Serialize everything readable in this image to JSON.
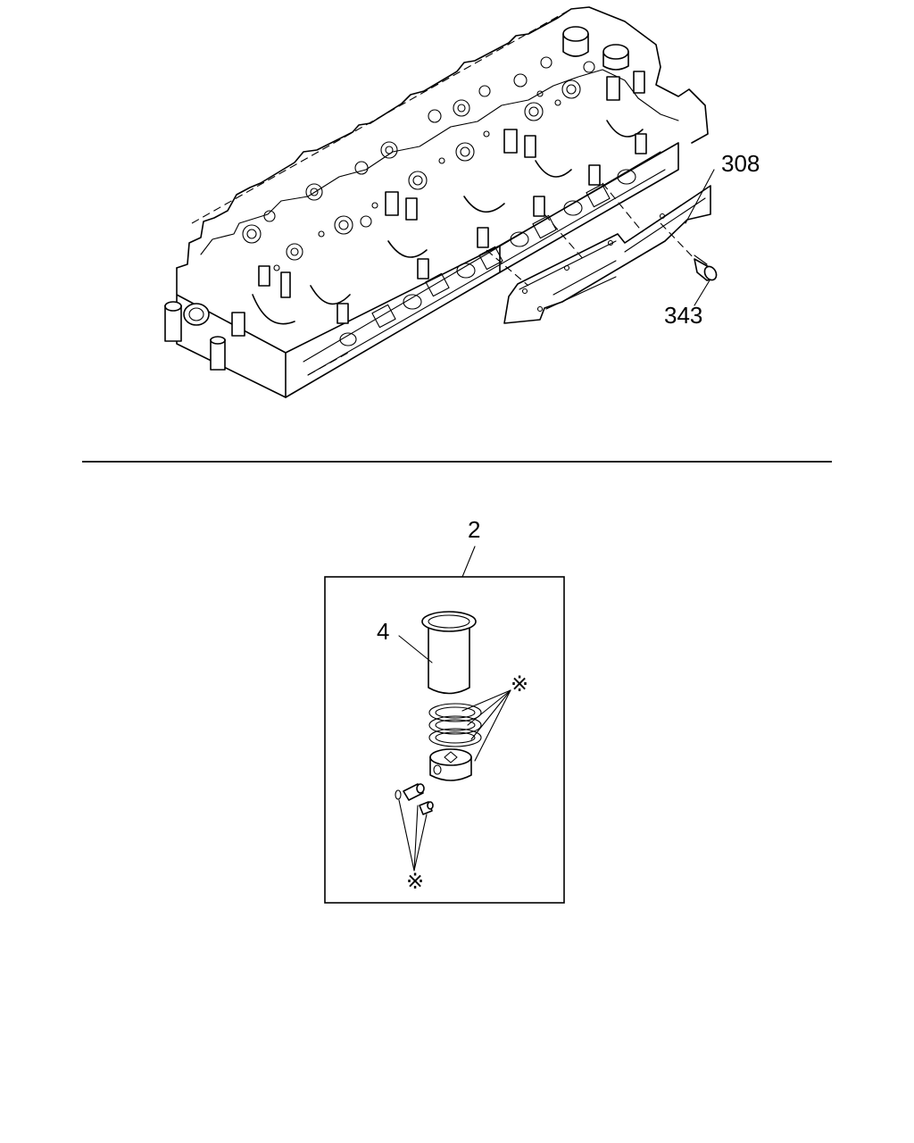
{
  "callouts": {
    "gasket": "308",
    "bolt": "343",
    "kit": "2",
    "liner": "4"
  },
  "kit_markers": {
    "upper": "※",
    "lower": "※"
  }
}
